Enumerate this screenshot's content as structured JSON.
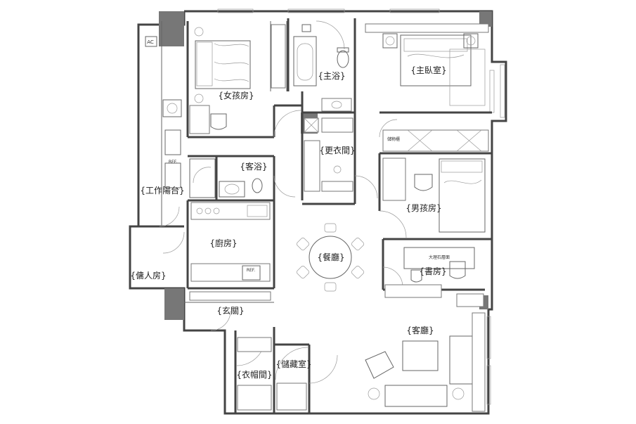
{
  "rooms": {
    "girl_room": "{女孩房}",
    "master_bath": "{主浴}",
    "master_bedroom": "{主臥室}",
    "service_balcony": "{工作陽台}",
    "guest_bath": "{客浴}",
    "dressing_room": "{更衣間}",
    "boy_room": "{男孩房}",
    "kitchen": "{廚房}",
    "dining_room": "{餐廳}",
    "study": "{書房}",
    "maid_room": "{傭人房}",
    "foyer": "{玄關}",
    "living_room": "{客廳}",
    "storage_room": "{儲藏室}",
    "coat_room": "{衣帽間}"
  },
  "labels": {
    "ac": "AC",
    "ref_top": "REF.",
    "ref_kitchen": "REF.",
    "master_cabinet": "儲物櫃",
    "study_shelf": "大理石層面"
  }
}
